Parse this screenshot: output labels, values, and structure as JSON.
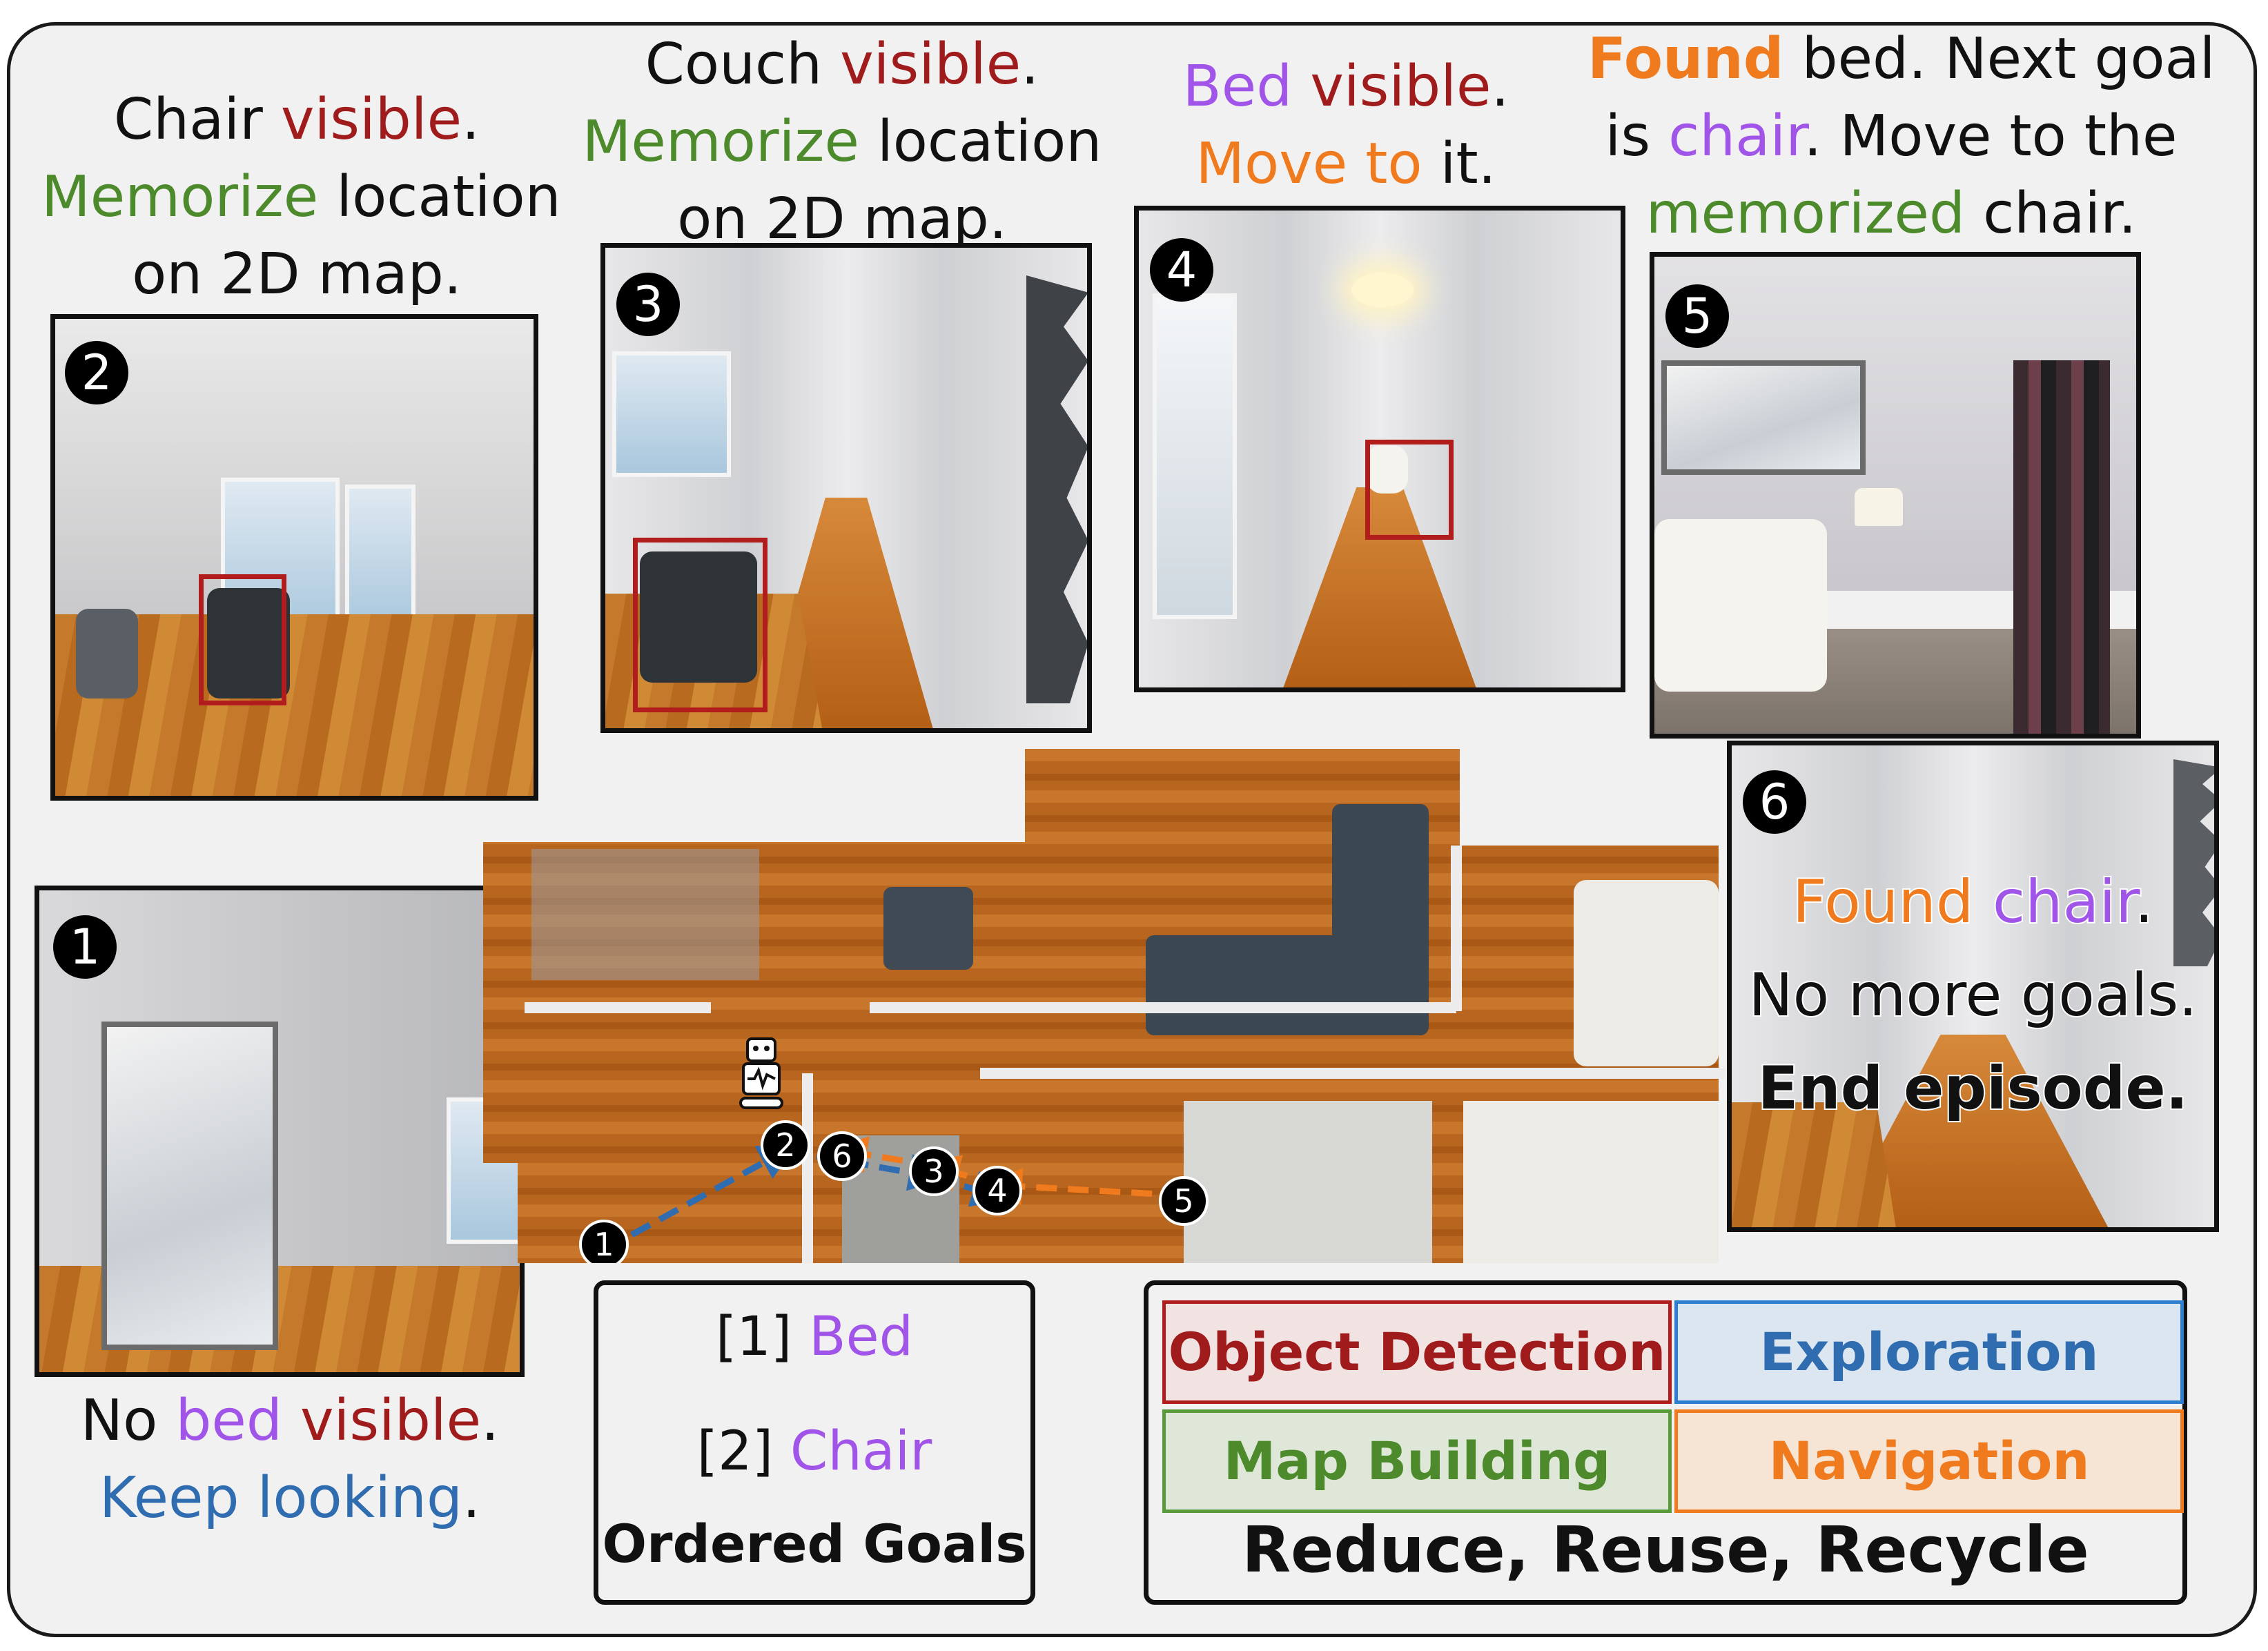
{
  "colors": {
    "detection": "#a01b1b",
    "mapping": "#4c8a2c",
    "exploration": "#2f6db0",
    "navigation": "#f07a1e",
    "goal": "#a155e8"
  },
  "panels": {
    "p1": {
      "number": "1",
      "caption_l1": [
        "No ",
        "bed",
        " ",
        "visible",
        "."
      ],
      "caption_l2": [
        "Keep looking",
        "."
      ]
    },
    "p2": {
      "number": "2",
      "caption_l1": [
        "Chair ",
        "visible",
        "."
      ],
      "caption_l2": [
        "Memorize",
        " location"
      ],
      "caption_l3": "on 2D map."
    },
    "p3": {
      "number": "3",
      "caption_l1": [
        "Couch ",
        "visible",
        "."
      ],
      "caption_l2": [
        "Memorize",
        " location"
      ],
      "caption_l3": "on 2D map."
    },
    "p4": {
      "number": "4",
      "caption_l1": [
        "Bed",
        " ",
        "visible",
        "."
      ],
      "caption_l2": [
        "Move to",
        " it."
      ]
    },
    "p5": {
      "number": "5",
      "caption_l1": [
        "Found",
        " bed. Next goal"
      ],
      "caption_l2": [
        "is ",
        "chair",
        ". Move to the"
      ],
      "caption_l3": [
        "memorized",
        " chair."
      ]
    },
    "p6": {
      "number": "6",
      "overlay_l1": [
        "Found",
        " ",
        "chair",
        "."
      ],
      "overlay_l2": "No more goals.",
      "overlay_l3": "End episode."
    }
  },
  "map": {
    "icons": [
      "robot-icon"
    ],
    "markers": [
      "1",
      "2",
      "6",
      "3",
      "4",
      "5"
    ],
    "exploration_path": [
      "1",
      "2",
      "3",
      "4"
    ],
    "navigation_path": [
      "5",
      "4",
      "3",
      "6"
    ]
  },
  "goals": {
    "items": [
      {
        "index": "[1] ",
        "name": "Bed"
      },
      {
        "index": "[2] ",
        "name": "Chair"
      }
    ],
    "title": "Ordered Goals"
  },
  "legend": {
    "object_detection": "Object Detection",
    "exploration": "Exploration",
    "map_building": "Map Building",
    "navigation": "Navigation",
    "title": "Reduce, Reuse, Recycle"
  }
}
